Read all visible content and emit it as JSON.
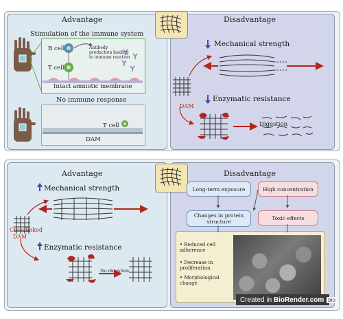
{
  "top": {
    "advantage_title": "Advantage",
    "disadvantage_title": "Disadvantage",
    "stimulation_title": "Stimulation of the immune system",
    "b_cell": "B cell",
    "t_cell": "T cell",
    "antibody_note": "Antibody production leading to immune reaction",
    "intact_membrane": "Intact amniotic membrane",
    "no_immune_title": "No immune response",
    "t_cell_2": "T cell",
    "dam": "DAM",
    "mechanical_strength": "Mechanical strength",
    "enzymatic_resistance": "Enzymatic resistance",
    "dam_label": "DAM",
    "digestion": "Digestion"
  },
  "bottom": {
    "advantage_title": "Advantage",
    "disadvantage_title": "Disadvantage",
    "mechanical_strength": "Mechanical strength",
    "crosslinked_dam": "Crosslinked DAM",
    "enzymatic_resistance": "Enzymatic resistance",
    "no_digestion": "No digestion",
    "long_term": "Long-term exposure",
    "high_concentration": "High concentration",
    "protein_change": "Changes in protein structure",
    "toxic": "Toxic effects",
    "bullets": [
      "Reduced cell adherence",
      "Decrease in proliferation",
      "Morphological change"
    ]
  },
  "watermark": {
    "text_pre": "Created in ",
    "text_brand": "BioRender.com",
    "badge": "bio"
  },
  "colors": {
    "arrow_red": "#b3261e",
    "up_arrow_blue": "#3b4fa0",
    "down_arrow_blue": "#3b4fa0",
    "enzyme": "#b3261e"
  }
}
